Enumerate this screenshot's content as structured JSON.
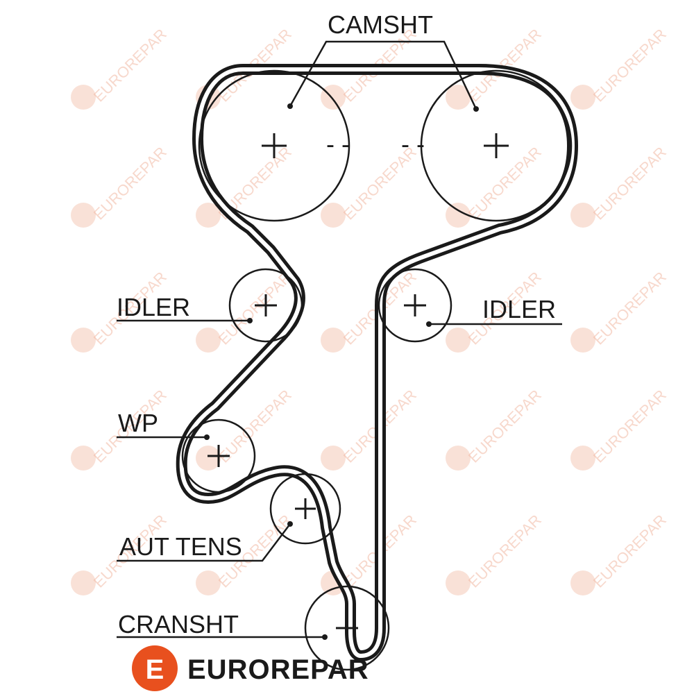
{
  "diagram": {
    "labels": {
      "camshaft": "CAMSHT",
      "idler_left": "IDLER",
      "idler_right": "IDLER",
      "water_pump": "WP",
      "auto_tensioner": "AUT TENS",
      "crankshaft": "CRANSHT"
    },
    "timing_marks": {
      "left": "- -",
      "right": "- -"
    }
  },
  "brand": {
    "name": "EUROREPAR",
    "logo_letter": "E",
    "logo_color": "#e8501e",
    "watermark_text": "EUROREPAR",
    "watermark_color": "#f2b9a4"
  }
}
